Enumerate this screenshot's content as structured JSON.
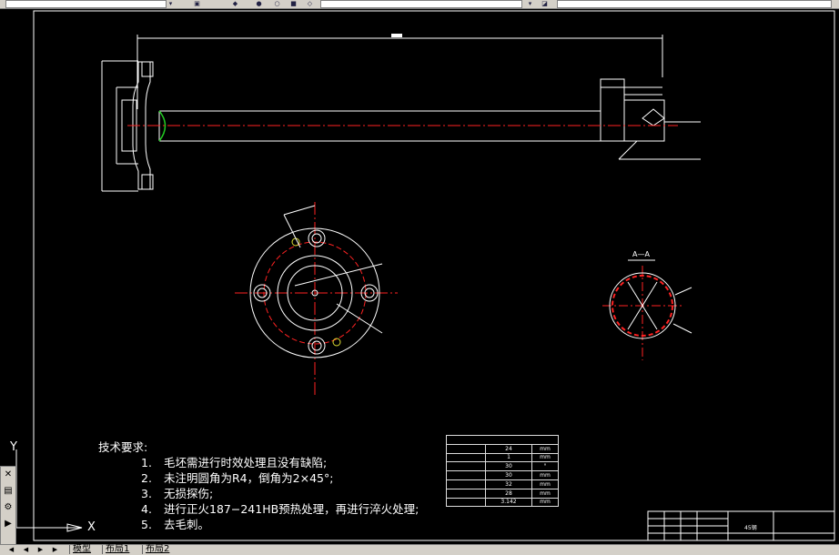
{
  "tech_req": {
    "title": "技术要求:",
    "items": [
      {
        "num": "1.",
        "text": "毛坯需进行时效处理且没有缺陷;"
      },
      {
        "num": "2.",
        "text": "未注明圆角为R4，倒角为2×45°;"
      },
      {
        "num": "3.",
        "text": "无损探伤;"
      },
      {
        "num": "4.",
        "text": "进行正火187−241HB预热处理，再进行淬火处理;"
      },
      {
        "num": "5.",
        "text": "去毛刺。"
      }
    ]
  },
  "spec_table": {
    "header": "",
    "rows": [
      {
        "c1": "",
        "c2": "24",
        "c3": "mm"
      },
      {
        "c1": "",
        "c2": "1",
        "c3": "mm"
      },
      {
        "c1": "",
        "c2": "30",
        "c3": "°"
      },
      {
        "c1": "",
        "c2": "30",
        "c3": "mm"
      },
      {
        "c1": "",
        "c2": "32",
        "c3": "mm"
      },
      {
        "c1": "",
        "c2": "28",
        "c3": "mm"
      },
      {
        "c1": "",
        "c2": "3.142",
        "c3": "mm"
      }
    ]
  },
  "title_block": {
    "material": "45钢"
  },
  "section_label": "A—A",
  "ucs": {
    "y": "Y",
    "x": "X"
  },
  "tabs": [
    "模型",
    "布局1",
    "布局2"
  ],
  "colors": {
    "red": "#ff2222",
    "white": "#ffffff",
    "green": "#22cc22",
    "yellow": "#dddd33"
  }
}
